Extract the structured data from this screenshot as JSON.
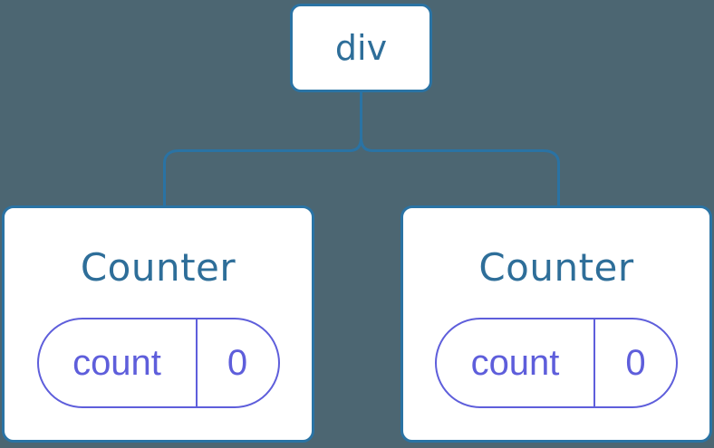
{
  "colors": {
    "background": "#4C6672",
    "line": "#2A73A4",
    "card": "#FFFFFF",
    "heading": "#2E6E99",
    "accent": "#5E5EDB"
  },
  "tree": {
    "root": {
      "label": "div"
    },
    "children": [
      {
        "title": "Counter",
        "state": {
          "name": "count",
          "value": "0"
        }
      },
      {
        "title": "Counter",
        "state": {
          "name": "count",
          "value": "0"
        }
      }
    ]
  }
}
